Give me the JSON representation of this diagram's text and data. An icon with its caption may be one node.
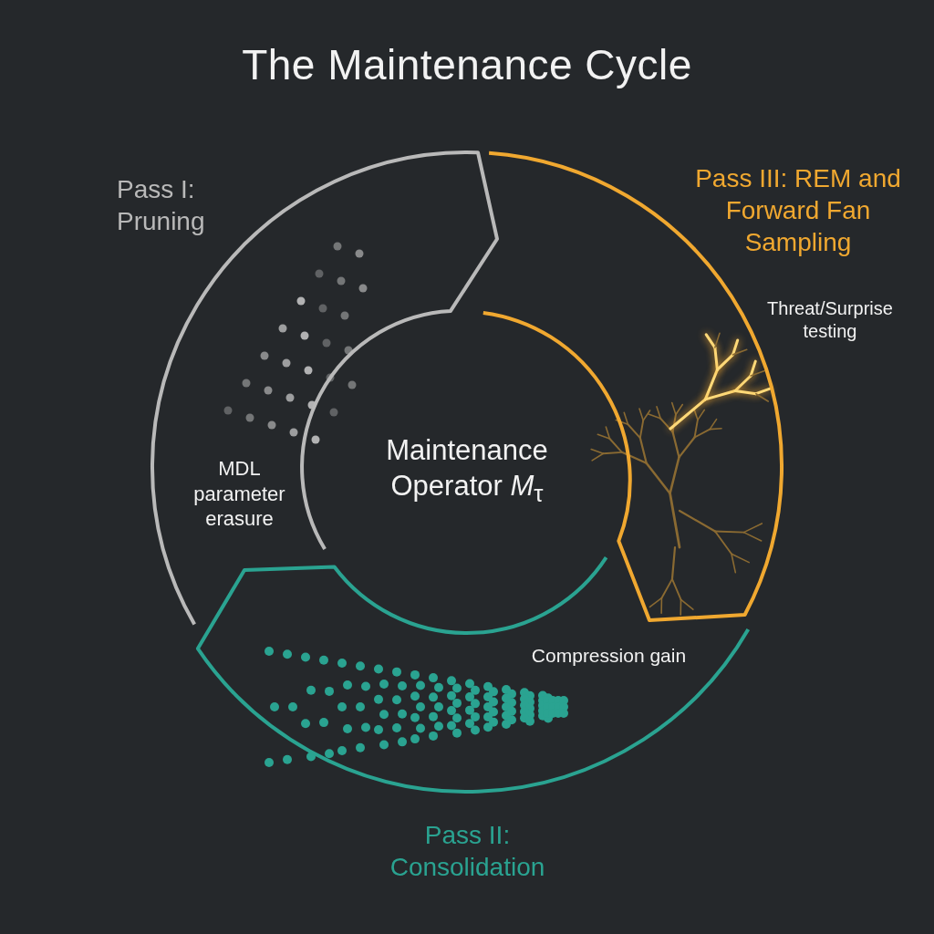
{
  "diagram": {
    "title": "The Maintenance Cycle",
    "nodes": [
      {
        "text": [
          "Pass I: Pruning",
          "MDL parameter erasure"
        ]
      },
      {
        "text": [
          "Pass III: REM and Forward Fan Sampling",
          "Threat/Surprise testing"
        ]
      },
      {
        "text": [
          "Maintenance Operator *M*$_{τ}$"
        ]
      },
      {
        "text": [
          "Compression gain",
          "Pass II: Consolidation"
        ]
      }
    ]
  }
}
